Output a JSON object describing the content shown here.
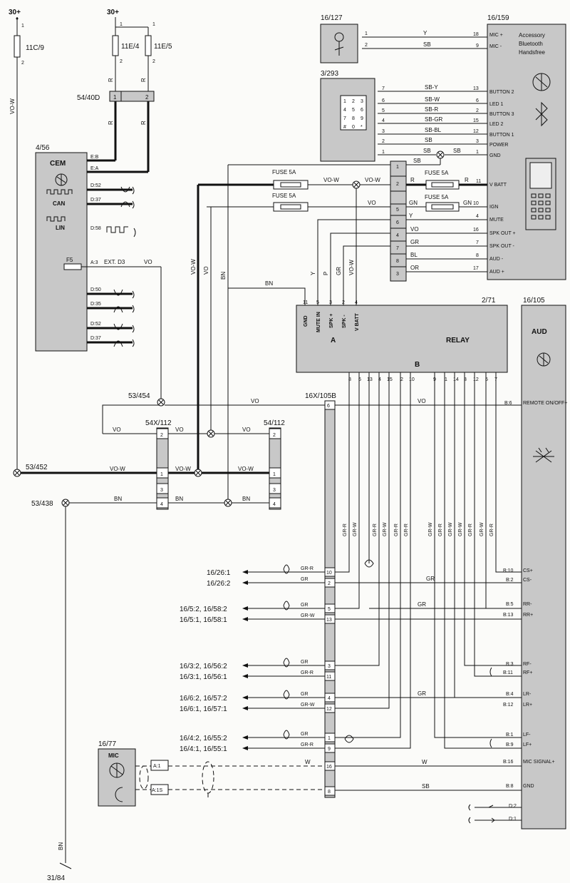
{
  "supplies": {
    "s1": "30+",
    "s2": "30+",
    "ground": "31/84"
  },
  "fuses": {
    "f1": "11C/9",
    "f2": "11E/4",
    "f3": "11E/5",
    "f1_pin1": "1",
    "f1_pin2": "2",
    "f2_pin1": "1",
    "f2_pin2": "2",
    "f3_pin1": "1",
    "f3_pin2": "2",
    "fuse5a_1": "FUSE 5A",
    "fuse5a_2": "FUSE 5A",
    "fuse5a_3": "FUSE 5A",
    "fuse5a_4": "FUSE 5A",
    "f5": "F5"
  },
  "connector_5440d": {
    "id": "54/40D",
    "p1": "1",
    "p2": "2"
  },
  "cem": {
    "id": "4/56",
    "title": "CEM",
    "can": "CAN",
    "lin": "LIN",
    "pins": [
      "E:B",
      "E:A",
      "D:52",
      "D:37",
      "D:58",
      "A:3",
      "D:50",
      "D:35",
      "D:52",
      "D:37"
    ],
    "ext": "EXT. D3"
  },
  "mic_jack": {
    "id": "16/127",
    "p1": "1",
    "p2": "2"
  },
  "keypad": {
    "id": "3/293",
    "keys": [
      "1",
      "2",
      "3",
      "4",
      "5",
      "6",
      "7",
      "8",
      "9",
      "#",
      "0",
      "*"
    ],
    "pins": [
      "7",
      "6",
      "5",
      "4",
      "3",
      "2",
      "1"
    ]
  },
  "bluetooth": {
    "id": "16/159",
    "title1": "Accessory",
    "title2": "Bluetooth",
    "title3": "Handsfree",
    "rows": [
      {
        "pin": "18",
        "label": "MIC +"
      },
      {
        "pin": "9",
        "label": "MIC -"
      },
      {
        "pin": "13",
        "label": "BUTTON 2"
      },
      {
        "pin": "6",
        "label": "LED 1"
      },
      {
        "pin": "2",
        "label": "BUTTON 3"
      },
      {
        "pin": "15",
        "label": "LED 2"
      },
      {
        "pin": "12",
        "label": "BUTTON 1"
      },
      {
        "pin": "3",
        "label": "POWER"
      },
      {
        "pin": "1",
        "label": "GND"
      },
      {
        "pin": "11",
        "label": "V BATT"
      },
      {
        "pin": "10",
        "label": "IGN"
      },
      {
        "pin": "4",
        "label": "MUTE"
      },
      {
        "pin": "16",
        "label": "SPK OUT +"
      },
      {
        "pin": "7",
        "label": "SPK OUT -"
      },
      {
        "pin": "8",
        "label": "AUD -"
      },
      {
        "pin": "17",
        "label": "AUD +"
      }
    ]
  },
  "wire_colors_bt": [
    "Y",
    "SB",
    "SB-Y",
    "SB-W",
    "SB-R",
    "SB-GR",
    "SB-BL",
    "SB",
    "SB",
    "SB",
    "R",
    "GN",
    "Y",
    "VO",
    "GR",
    "BL",
    "OR"
  ],
  "wire_colors_misc": [
    "VO-W",
    "VO-W",
    "VO-W",
    "VO",
    "VO",
    "BN",
    "BN",
    "Y",
    "P",
    "GR",
    "VO-W",
    "R",
    "R",
    "VO-W",
    "VO-W",
    "VO-W",
    "VO",
    "VO",
    "VO",
    "BN",
    "BN",
    "BN",
    "GN",
    "W",
    "W",
    "SB"
  ],
  "inline_connector": {
    "pins": [
      "1",
      "2",
      "5",
      "6",
      "4",
      "7",
      "8",
      "3"
    ]
  },
  "relay": {
    "id": "2/71",
    "title": "RELAY",
    "a": "A",
    "b": "B",
    "top_labels": [
      "GND",
      "MUTE IN",
      "SPK +",
      "SPK -",
      "V BATT"
    ],
    "top_pins": [
      "11",
      "5",
      "3",
      "2",
      "4"
    ],
    "bottom_pins": [
      "8",
      "6",
      "13",
      "4",
      "15",
      "2",
      "10",
      "9",
      "1",
      "14",
      "3",
      "12",
      "5",
      "7"
    ]
  },
  "aud": {
    "id": "16/105",
    "title": "AUD",
    "rows": [
      {
        "pin": "B:6",
        "label": "REMOTE ON/OFF+"
      },
      {
        "pin": "B:10",
        "label": "CS+"
      },
      {
        "pin": "B:2",
        "label": "CS-"
      },
      {
        "pin": "B:5",
        "label": "RR-"
      },
      {
        "pin": "B:13",
        "label": "RR+"
      },
      {
        "pin": "B:3",
        "label": "RF-"
      },
      {
        "pin": "B:11",
        "label": "RF+"
      },
      {
        "pin": "B:4",
        "label": "LR-"
      },
      {
        "pin": "B:12",
        "label": "LR+"
      },
      {
        "pin": "B:1",
        "label": "LF-"
      },
      {
        "pin": "B:9",
        "label": "LF+"
      },
      {
        "pin": "B:16",
        "label": "MIC SIGNAL+"
      },
      {
        "pin": "B:8",
        "label": "GND"
      },
      {
        "pin": "D:2",
        "label": ""
      },
      {
        "pin": "D:1",
        "label": ""
      }
    ]
  },
  "connector_16x": {
    "id": "16X/105B",
    "pins": [
      "6",
      "10",
      "2",
      "5",
      "13",
      "3",
      "11",
      "4",
      "12",
      "1",
      "9",
      "16",
      "8"
    ]
  },
  "splices": {
    "s1": "53/454",
    "s2": "53/452",
    "s3": "53/438"
  },
  "conn_54x": {
    "id": "54X/112",
    "pins": [
      "2",
      "1",
      "3",
      "4"
    ]
  },
  "conn_54": {
    "id": "54/112",
    "pins": [
      "2",
      "1",
      "3",
      "4"
    ]
  },
  "speakers": [
    {
      "ref": "16/26:1",
      "color": "GR-R"
    },
    {
      "ref": "16/26:2",
      "color": "GR"
    },
    {
      "ref": "16/5:2, 16/58:2",
      "color": "GR"
    },
    {
      "ref": "16/5:1, 16/58:1",
      "color": "GR-W"
    },
    {
      "ref": "16/3:2, 16/56:2",
      "color": "GR"
    },
    {
      "ref": "16/3:1, 16/56:1",
      "color": "GR-R"
    },
    {
      "ref": "16/6:2, 16/57:2",
      "color": "GR"
    },
    {
      "ref": "16/6:1, 16/57:1",
      "color": "GR-W"
    },
    {
      "ref": "16/4:2, 16/55:2",
      "color": "GR"
    },
    {
      "ref": "16/4:1, 16/55:1",
      "color": "GR-R"
    }
  ],
  "riser_colors": [
    "GR-R",
    "GR-W",
    "GR-R",
    "GR-W",
    "GR-R",
    "GR-R",
    "GR-W",
    "GR-R",
    "GR-W",
    "GR-W",
    "GR-R",
    "GR-W",
    "GR-R"
  ],
  "aud_wire_colors": [
    "GR",
    "GR",
    "GR"
  ],
  "mic": {
    "id": "16/77",
    "title": "MIC",
    "p1": "A:1",
    "p2": "A:1S"
  }
}
